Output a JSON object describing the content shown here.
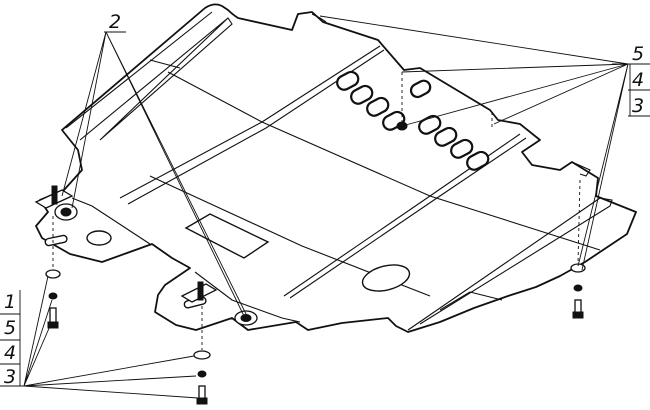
{
  "callouts": {
    "top_left": "2",
    "right_top": "5",
    "right_mid": "4",
    "right_bot": "3",
    "left_1": "1",
    "left_2": "5",
    "left_3": "4",
    "left_4": "3"
  }
}
